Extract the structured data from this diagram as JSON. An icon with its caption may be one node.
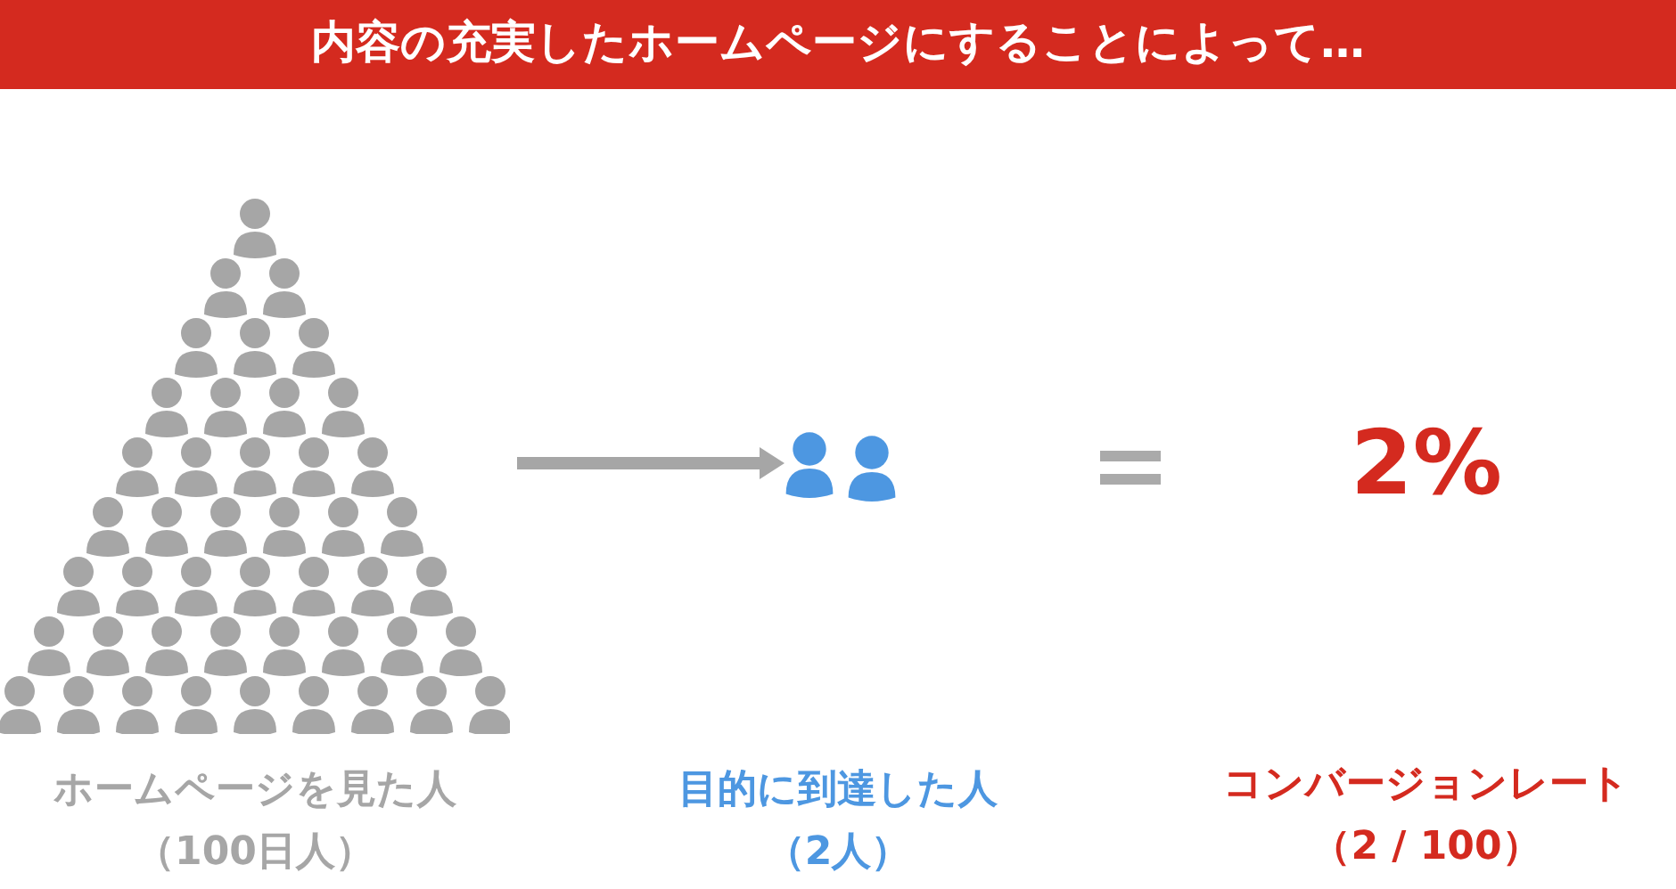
{
  "diagram": {
    "title": "内容の充実したホームページにすることによって…",
    "nodes": [
      {
        "text": [],
        "shape": "person",
        "beside": [
          "ホームページを見た人",
          "（100日人）"
        ]
      },
      {
        "text": [],
        "shape": "person",
        "beside": [
          "目的に到達した人",
          "（2人）"
        ]
      }
    ],
    "edges": [
      {
        "from": 0,
        "to": 1,
        "arrow": "to"
      }
    ],
    "labels": [
      "2%",
      "コンバージョンレート",
      "（2 / 100）"
    ]
  }
}
